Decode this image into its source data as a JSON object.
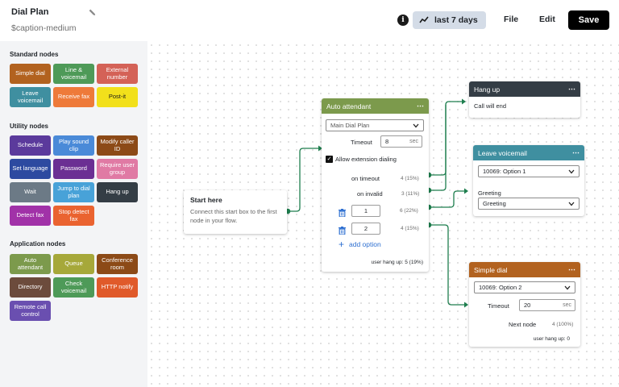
{
  "header": {
    "title": "Dial Plan",
    "caption": "$caption-medium",
    "range_label": "last 7 days",
    "file_label": "File",
    "edit_label": "Edit",
    "save_label": "Save",
    "info_glyph": "i"
  },
  "sidebar": {
    "standard_title": "Standard nodes",
    "standard": [
      {
        "label": "Simple dial",
        "color": "#b2621f"
      },
      {
        "label": "Line & voicemail",
        "color": "#4e9a58"
      },
      {
        "label": "External number",
        "color": "#d46257"
      },
      {
        "label": "Leave voicemail",
        "color": "#3f8fa0"
      },
      {
        "label": "Receive fax",
        "color": "#ee7a3a"
      },
      {
        "label": "Post-it",
        "color": "#f2e01b"
      }
    ],
    "utility_title": "Utility nodes",
    "utility": [
      {
        "label": "Schedule",
        "color": "#5b3a9c"
      },
      {
        "label": "Play sound clip",
        "color": "#4a8ad8"
      },
      {
        "label": "Modify caller ID",
        "color": "#8c4a17"
      },
      {
        "label": "Set language",
        "color": "#2d4aa0"
      },
      {
        "label": "Password",
        "color": "#6b2f93"
      },
      {
        "label": "Require user group",
        "color": "#e07aa4"
      },
      {
        "label": "Wait",
        "color": "#6c7a86"
      },
      {
        "label": "Jump to dial plan",
        "color": "#48a2d8"
      },
      {
        "label": "Hang up",
        "color": "#343d45"
      },
      {
        "label": "Detect fax",
        "color": "#a132a8"
      },
      {
        "label": "Stop detect fax",
        "color": "#ea6330"
      }
    ],
    "application_title": "Application nodes",
    "application": [
      {
        "label": "Auto attendant",
        "color": "#7c9a4c"
      },
      {
        "label": "Queue",
        "color": "#a6a83a"
      },
      {
        "label": "Conference room",
        "color": "#8c4a17"
      },
      {
        "label": "Directory",
        "color": "#6c4b3c"
      },
      {
        "label": "Check voicemail",
        "color": "#4e9a58"
      },
      {
        "label": "HTTP notify",
        "color": "#e05a2a"
      },
      {
        "label": "Remote call control",
        "color": "#6a4fb0"
      }
    ]
  },
  "start": {
    "title": "Start here",
    "desc": "Connect this start box to the first node in your flow."
  },
  "auto_attendant": {
    "title": "Auto attendant",
    "color": "#7c9a4c",
    "menu": "⋯",
    "plan_select": "Main Dial Plan",
    "timeout_label": "Timeout",
    "timeout_value": "8",
    "timeout_unit": "sec",
    "allow_label": "Allow extension dialing",
    "on_timeout_label": "on timeout",
    "on_timeout_stat": "4 (15%)",
    "on_invalid_label": "on invalid",
    "on_invalid_stat": "3 (11%)",
    "option1_value": "1",
    "option1_stat": "6 (22%)",
    "option2_value": "2",
    "option2_stat": "4 (15%)",
    "add_option": "add option",
    "hangup_stat": "user hang up: 5 (19%)"
  },
  "hang_up": {
    "title": "Hang up",
    "color": "#343d45",
    "menu": "⋯",
    "body": "Call will end"
  },
  "leave_voicemail": {
    "title": "Leave voicemail",
    "color": "#3f8fa0",
    "menu": "⋯",
    "select": "10069: Option 1",
    "greeting_label": "Greeting",
    "greeting_select": "Greeting"
  },
  "simple_dial": {
    "title": "Simple dial",
    "color": "#b2621f",
    "menu": "⋯",
    "select": "10069: Option 2",
    "timeout_label": "Timeout",
    "timeout_value": "20",
    "timeout_unit": "sec",
    "next_label": "Next node",
    "next_stat": "4 (100%)",
    "hangup_stat": "user hang up: 0"
  }
}
